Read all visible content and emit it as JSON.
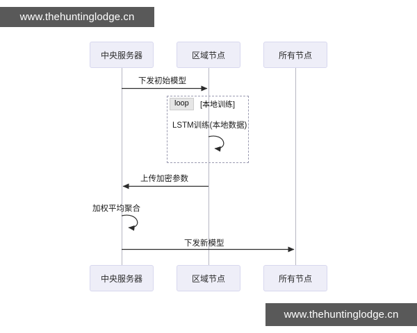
{
  "diagram": {
    "type": "uml-sequence-diagram",
    "title": "",
    "participants": [
      {
        "id": "central-server",
        "label": "中央服务器"
      },
      {
        "id": "regional-node",
        "label": "区域节点"
      },
      {
        "id": "all-nodes",
        "label": "所有节点"
      }
    ],
    "messages": [
      {
        "id": "msg-0",
        "label": "下发初始模型",
        "from": "central-server",
        "to": "regional-node",
        "kind": "sync",
        "direction": "right"
      },
      {
        "id": "msg-1",
        "label": "LSTM训练(本地数据)",
        "from": "regional-node",
        "to": "regional-node",
        "kind": "self",
        "direction": "self"
      },
      {
        "id": "msg-2",
        "label": "上传加密参数",
        "from": "regional-node",
        "to": "central-server",
        "kind": "sync",
        "direction": "left"
      },
      {
        "id": "msg-3",
        "label": "加权平均聚合",
        "from": "central-server",
        "to": "central-server",
        "kind": "self",
        "direction": "self"
      },
      {
        "id": "msg-4",
        "label": "下发新模型",
        "from": "central-server",
        "to": "all-nodes",
        "kind": "sync",
        "direction": "right"
      }
    ],
    "fragments": [
      {
        "id": "loop-1",
        "operator": "loop",
        "condition": "[本地训练]",
        "covers": [
          "regional-node"
        ]
      }
    ],
    "colors": {
      "participant_fill": "#eeeef8",
      "participant_border": "#d7d7ee",
      "lifeline": "#b6b6c2",
      "arrow": "#2b2b2b",
      "fragment_border": "#9a9ab0",
      "fragment_tag_fill": "#e6e6e6",
      "text": "#1c1c1c",
      "background": "#ffffff"
    }
  },
  "watermarks": {
    "top": "www.thehuntinglodge.cn",
    "bottom": "www.thehuntinglodge.cn",
    "background": "#595959",
    "text_color": "#ffffff"
  }
}
